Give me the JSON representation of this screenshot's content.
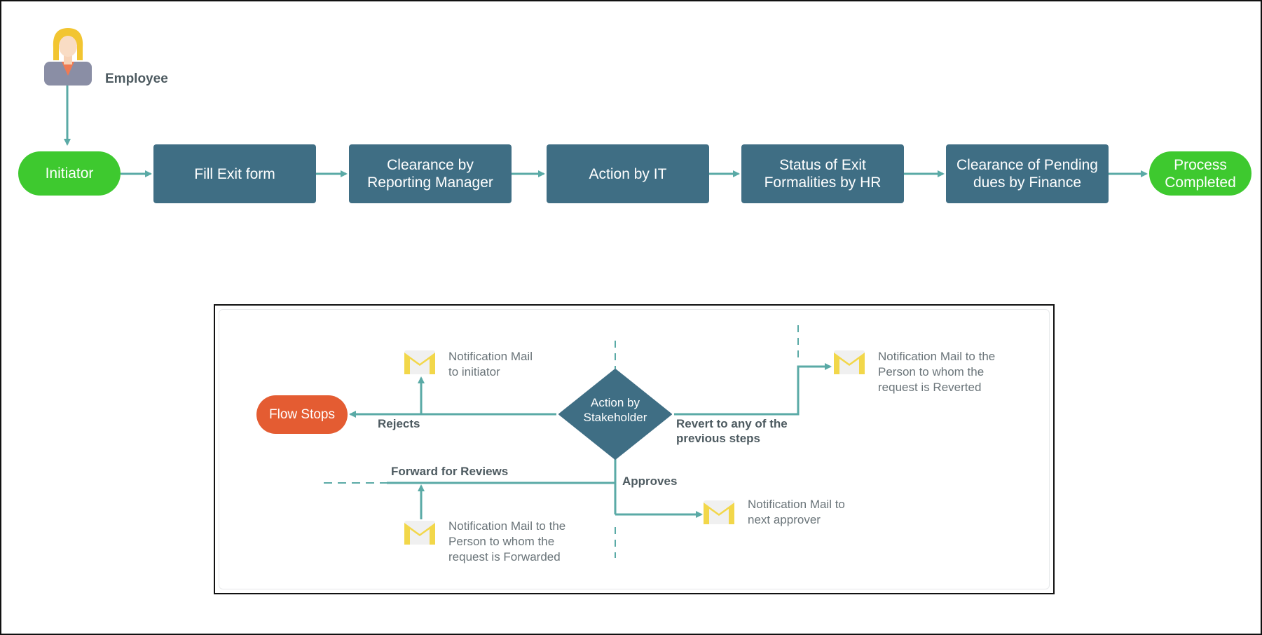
{
  "employee_label": "Employee",
  "main_flow": {
    "start": "Initiator",
    "steps": [
      "Fill Exit form",
      "Clearance by\nReporting Manager",
      "Action by IT",
      "Status of Exit\nFormalities by HR",
      "Clearance of Pending\ndues by Finance"
    ],
    "end": "Process\nCompleted"
  },
  "decision_flow": {
    "decision": "Action by\nStakeholder",
    "flow_stops": "Flow Stops",
    "rejects": "Rejects",
    "revert": "Revert to any of the\nprevious steps",
    "forward": "Forward for Reviews",
    "approves": "Approves",
    "notes": {
      "initiator": "Notification Mail\nto initiator",
      "reverted": "Notification Mail to the\nPerson to whom the\nrequest is Reverted",
      "forwarded": "Notification Mail to the\nPerson to whom the\nrequest is Forwarded",
      "next_approver": "Notification Mail to\nnext approver"
    }
  },
  "colors": {
    "step": "#3f6e84",
    "start_end": "#3ec92f",
    "stop": "#e45c32",
    "connector": "#5aaaa6",
    "mail": "#f2d74a"
  }
}
